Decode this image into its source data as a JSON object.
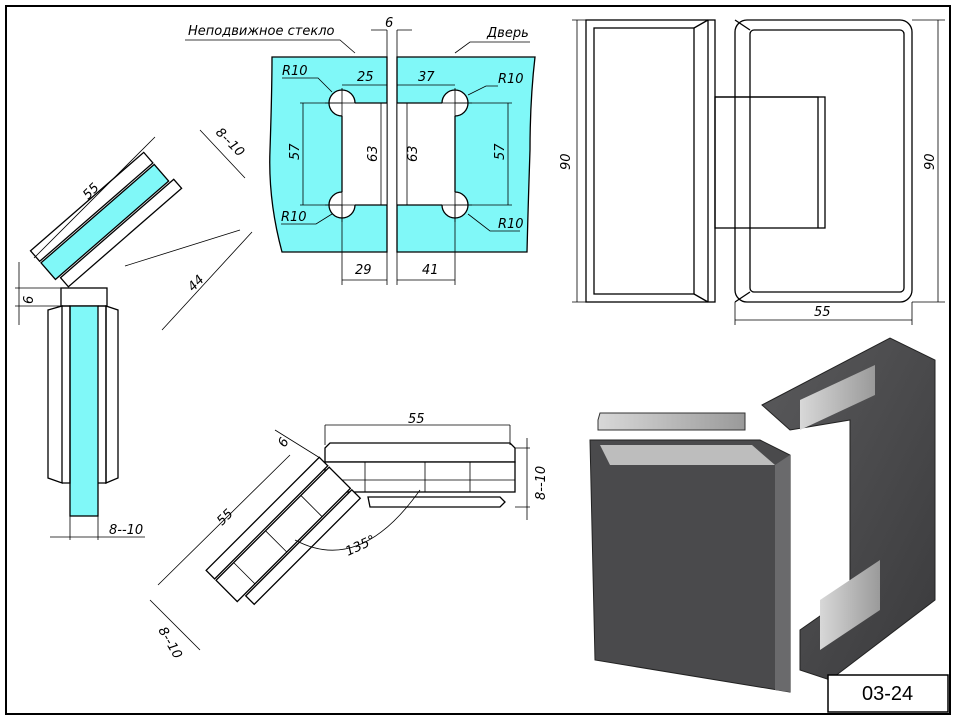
{
  "labels": {
    "fixed_glass": "Неподвижное стекло",
    "door": "Дверь"
  },
  "plan_view": {
    "gap": "6",
    "left_offset_top": "25",
    "right_offset_top": "37",
    "left_offset_bottom": "29",
    "right_offset_bottom": "41",
    "left_hole_spacing": "57",
    "right_hole_spacing": "57",
    "left_cutout_height": "63",
    "right_cutout_height": "63",
    "radius_tl": "R10",
    "radius_tr": "R10",
    "radius_bl": "R10",
    "radius_br": "R10"
  },
  "front_view": {
    "height_left": "90",
    "height_right": "90",
    "width": "55"
  },
  "side_view_180": {
    "length": "55",
    "glass_thickness_top": "8--10",
    "depth": "44",
    "gap": "6",
    "glass_thickness_bottom": "8--10"
  },
  "view_135": {
    "length_top": "55",
    "gap": "6",
    "glass_thickness_right": "8--10",
    "length_diag": "55",
    "glass_thickness_diag": "8--10",
    "angle": "135°"
  },
  "title_block": {
    "code": "03-24"
  },
  "colors": {
    "glass": "#80f8f8",
    "hinge_dark": "#4a4a4c"
  }
}
